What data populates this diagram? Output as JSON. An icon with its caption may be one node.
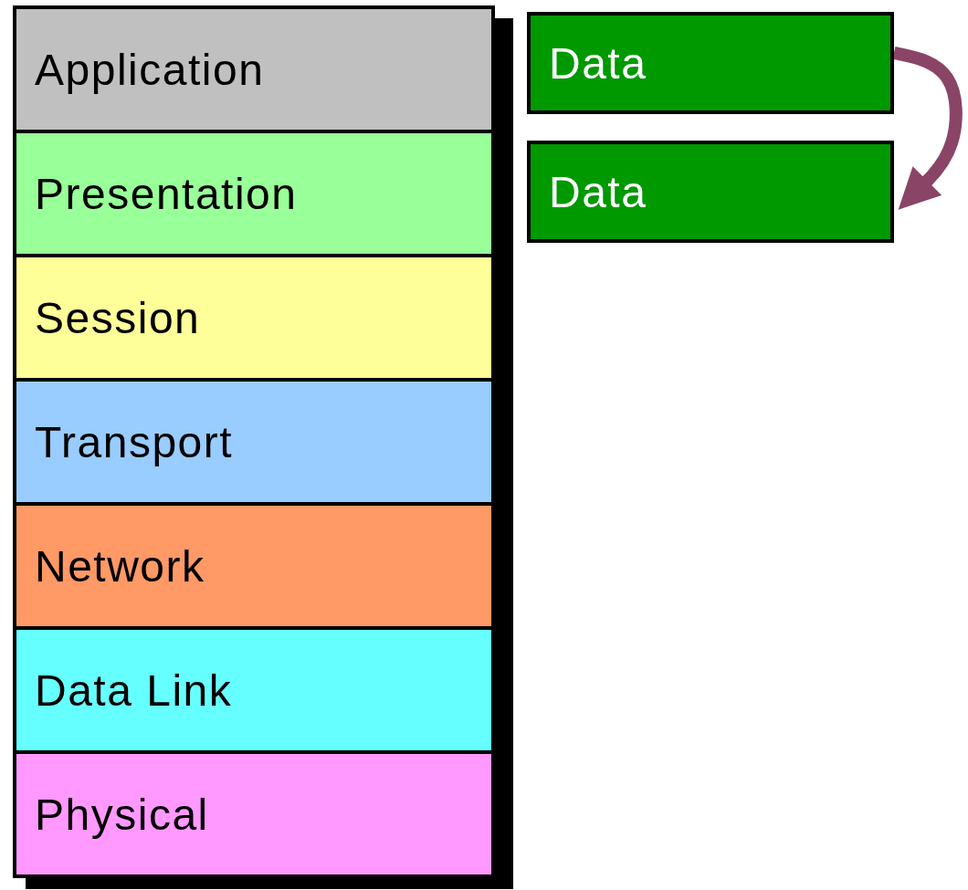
{
  "diagram": {
    "nodes": [
      {
        "text": [
          "Application"
        ]
      },
      {
        "text": [
          "Presentation"
        ]
      },
      {
        "text": [
          "Session"
        ]
      },
      {
        "text": [
          "Transport"
        ]
      },
      {
        "text": [
          "Network"
        ]
      },
      {
        "text": [
          "Data Link"
        ]
      },
      {
        "text": [
          "Physical"
        ]
      },
      {
        "text": [
          "Data"
        ]
      },
      {
        "text": [
          "Data"
        ]
      }
    ],
    "edges": [
      {
        "from": 7,
        "to": 8,
        "arrow": "to",
        "color": "#8a4466"
      }
    ]
  }
}
